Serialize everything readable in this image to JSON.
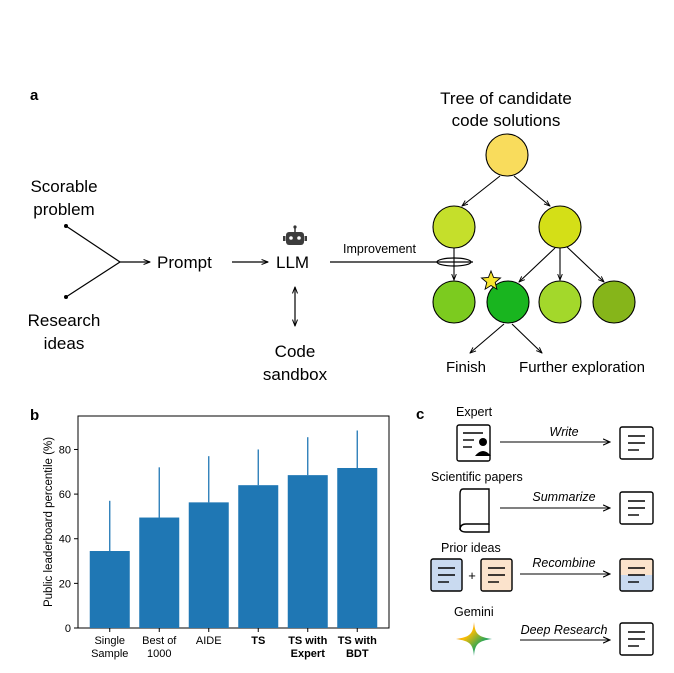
{
  "panel_a": {
    "label": "a",
    "inputs": [
      {
        "line1": "Scorable",
        "line2": "problem"
      },
      {
        "line1": "Research",
        "line2": "ideas"
      }
    ],
    "prompt": "Prompt",
    "llm": "LLM",
    "sandbox": {
      "line1": "Code",
      "line2": "sandbox"
    },
    "improvement": "Improvement",
    "tree_title": {
      "line1": "Tree of candidate",
      "line2": "code solutions"
    },
    "finish": "Finish",
    "further": "Further exploration",
    "colors": {
      "root": "#f9dc5c",
      "level1_left": "#c5df2b",
      "level1_right": "#d4df17",
      "leaf1": "#7ccb1f",
      "leaf2_selected": "#19b51f",
      "leaf3": "#a3d82b",
      "leaf4": "#86b51a",
      "star": "#f7e52e"
    },
    "icons": [
      "robot-icon",
      "star-icon"
    ]
  },
  "panel_b": {
    "label": "b",
    "chart_data": {
      "type": "bar",
      "ylabel": "Public leaderboard percentile (%)",
      "xlabel": "",
      "ylim": [
        0,
        95
      ],
      "yticks": [
        0,
        20,
        40,
        60,
        80
      ],
      "categories": [
        {
          "line1": "Single",
          "line2": "Sample",
          "bold": false
        },
        {
          "line1": "Best of",
          "line2": "1000",
          "bold": false
        },
        {
          "line1": "AIDE",
          "line2": "",
          "bold": false
        },
        {
          "line1": "TS",
          "line2": "",
          "bold": true
        },
        {
          "line1": "TS with",
          "line2": "Expert",
          "bold": true
        },
        {
          "line1": "TS with",
          "line2": "BDT",
          "bold": true
        }
      ],
      "values": [
        34.5,
        49.5,
        56.3,
        64.0,
        68.5,
        71.7
      ],
      "error_upper": [
        57.0,
        72.0,
        77.0,
        80.0,
        85.5,
        88.5
      ],
      "bar_color": "#1f77b4",
      "grid": false
    }
  },
  "panel_c": {
    "label": "c",
    "rows": [
      {
        "source": "Expert",
        "action": "Write",
        "icon": "document-person-icon"
      },
      {
        "source": "Scientific papers",
        "action": "Summarize",
        "icon": "book-icon"
      },
      {
        "source": "Prior ideas",
        "action": "Recombine",
        "icon": "documents-combine-icon"
      },
      {
        "source": "Gemini",
        "action": "Deep Research",
        "icon": "gemini-sparkle-icon"
      }
    ],
    "plus": "+",
    "colors": {
      "blue_doc": "#c9daf0",
      "orange_doc": "#fbe3cc",
      "gemini": [
        "#4285f4",
        "#ea4335",
        "#fbbc04",
        "#34a853"
      ]
    }
  }
}
